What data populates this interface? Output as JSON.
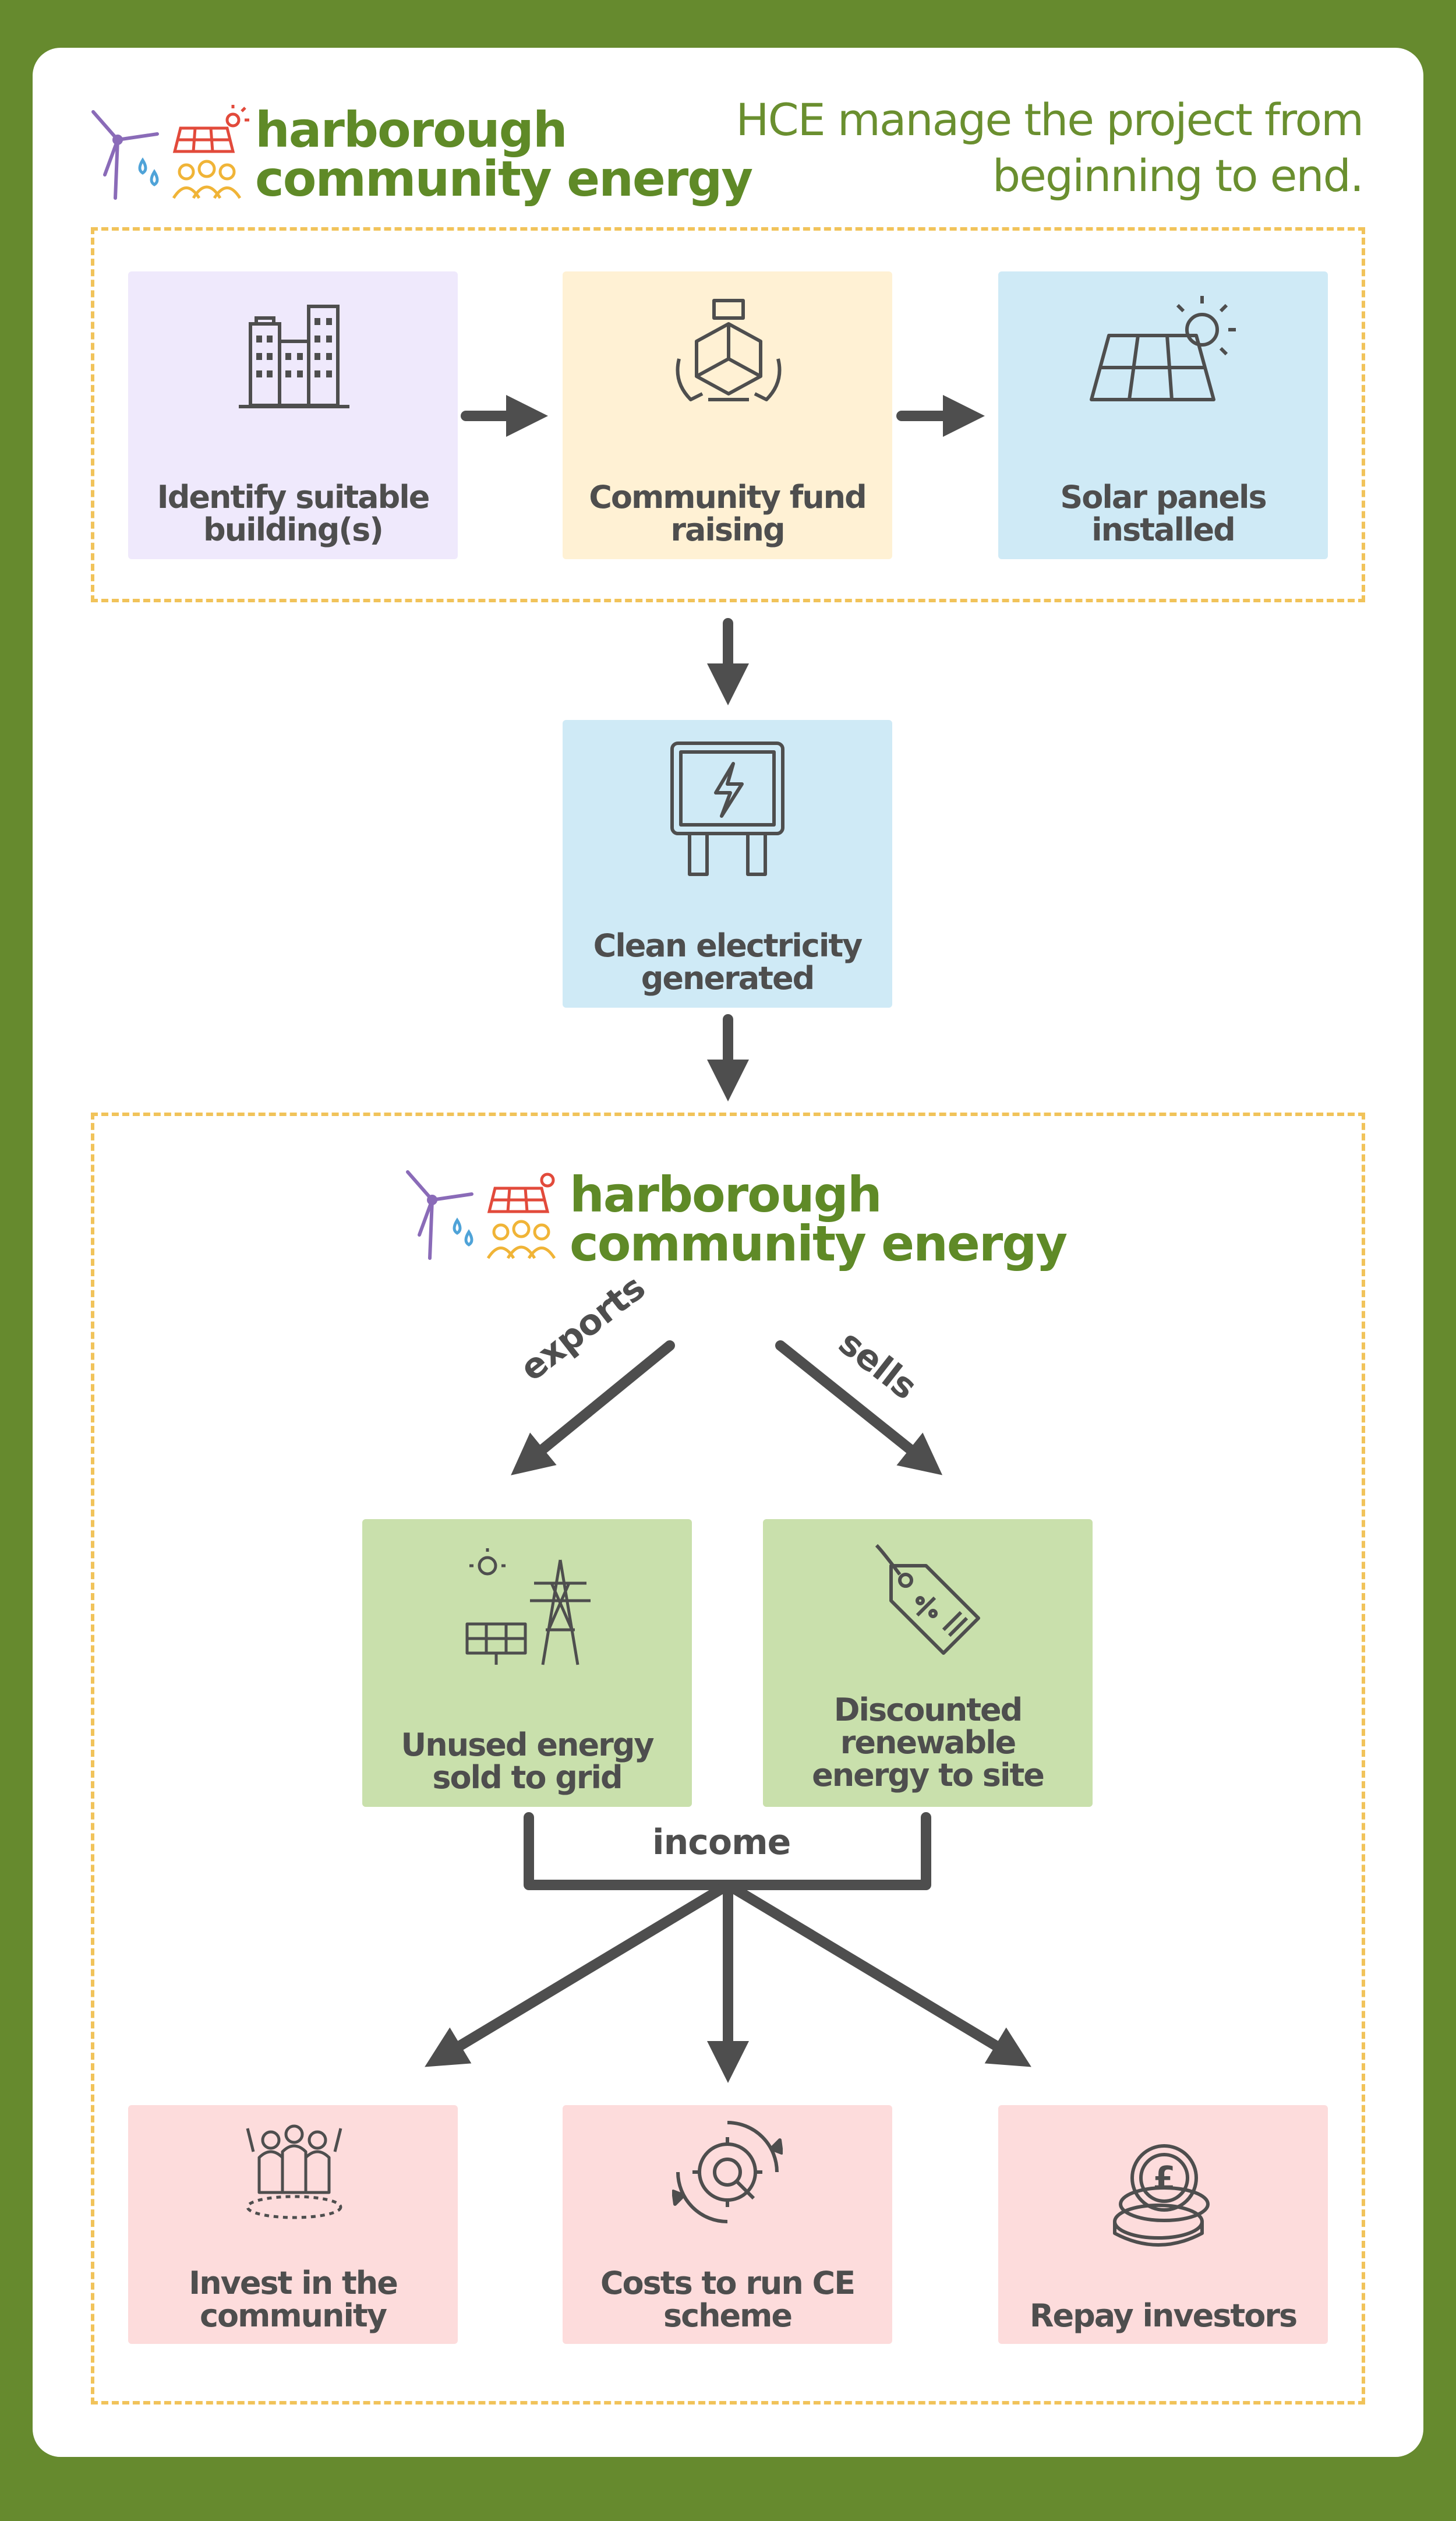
{
  "header": {
    "logo_line1": "harborough",
    "logo_line2": "community energy",
    "tagline_line1": "HCE manage the project from",
    "tagline_line2": "beginning to end."
  },
  "steps": [
    {
      "line1": "Identify suitable",
      "line2": "building(s)",
      "icon": "buildings-icon",
      "color": "#efe9fc"
    },
    {
      "line1": "Community fund",
      "line2": "raising",
      "icon": "hands-fundraising-icon",
      "color": "#fff1d4"
    },
    {
      "line1": "Solar panels",
      "line2": "installed",
      "icon": "solar-panel-sun-icon",
      "color": "#cfeaf6"
    }
  ],
  "generation": {
    "line1": "Clean electricity",
    "line2": "generated",
    "icon": "electric-meter-icon",
    "color": "#cfeaf6"
  },
  "second_logo": {
    "line1": "harborough",
    "line2": "community energy"
  },
  "edges": {
    "left": "exports",
    "right": "sells",
    "merge": "income"
  },
  "outputs": [
    {
      "line1": "Unused energy",
      "line2": "sold to grid",
      "icon": "pylon-solar-icon",
      "color": "#c9e0ac"
    },
    {
      "line1": "Discounted",
      "line2": "renewable",
      "line3": "energy to site",
      "icon": "discount-tag-icon",
      "color": "#c9e0ac"
    }
  ],
  "uses": [
    {
      "line1": "Invest in the",
      "line2": "community",
      "icon": "community-people-icon",
      "color": "#fddcdc"
    },
    {
      "line1": "Costs to run CE",
      "line2": "scheme",
      "icon": "gear-wrench-icon",
      "color": "#fddcdc"
    },
    {
      "line1": "Repay investors",
      "icon": "pound-coins-icon",
      "color": "#fddcdc"
    }
  ],
  "colors": {
    "frame": "#668a2e",
    "dash": "#f1c35a",
    "arrow": "#4e4e4e",
    "brand_green": "#5f8a27"
  }
}
